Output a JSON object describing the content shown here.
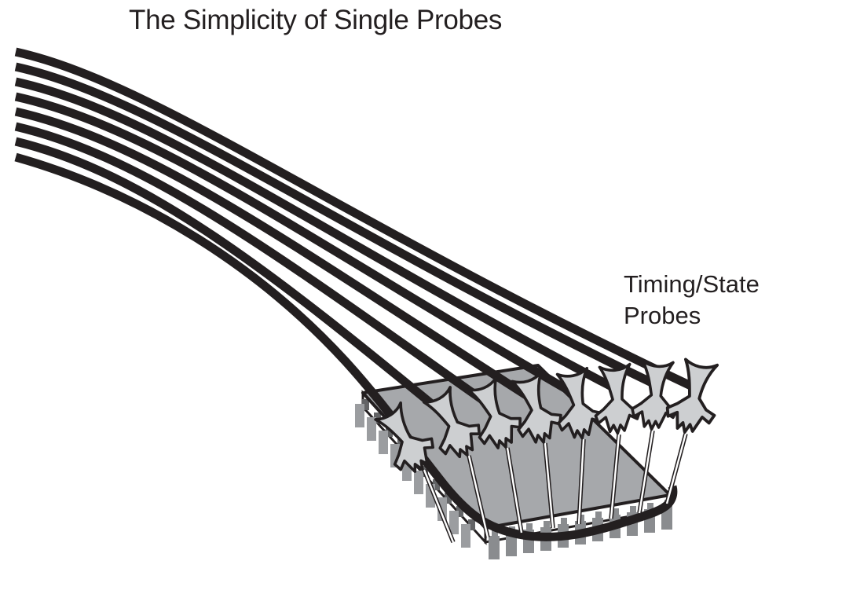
{
  "title": "The Simplicity of Single Probes",
  "label": {
    "line1": "Timing/State",
    "line2": "Probes"
  },
  "illustration": {
    "cable_count": 8,
    "probe_count": 8,
    "chip_left_pin_count": 10,
    "chip_front_pin_count": 11
  },
  "colors": {
    "ink": "#231f20",
    "chip_top": "#a6a8ab",
    "pin_front": "#8a8c8f",
    "pin_side_light": "#9b9da0",
    "pin_side_dark": "#636466",
    "probe_clip": "#cdcfd1",
    "needle": "#ffffff",
    "background": "#ffffff"
  }
}
